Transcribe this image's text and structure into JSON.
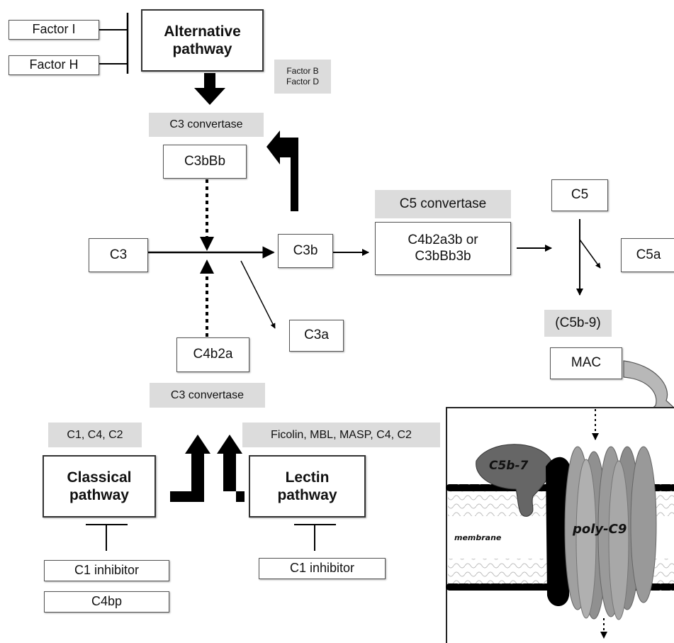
{
  "inhibitors_top": {
    "factor_i": "Factor I",
    "factor_h": "Factor H"
  },
  "alternative_pathway": "Alternative\npathway",
  "factor_bd": "Factor B\nFactor D",
  "c3_convertase_top": {
    "label": "C3 convertase",
    "box": "C3bBb"
  },
  "c3": "C3",
  "c3b": "C3b",
  "c3a": "C3a",
  "c5_convertase": {
    "label": "C5 convertase",
    "box": "C4b2a3b or\nC3bBb3b"
  },
  "c5": "C5",
  "c5a": "C5a",
  "mac": {
    "label": "(C5b-9)",
    "box": "MAC"
  },
  "c3_convertase_bottom": {
    "box": "C4b2a",
    "label": "C3 convertase"
  },
  "classical": {
    "factors": "C1, C4, C2",
    "box": "Classical\npathway",
    "inhibitor1": "C1 inhibitor",
    "inhibitor2": "C4bp"
  },
  "lectin": {
    "factors": "Ficolin, MBL, MASP, C4, C2",
    "box": "Lectin\npathway",
    "inhibitor1": "C1 inhibitor"
  },
  "membrane_inset": {
    "complex_label": "C5b-7",
    "pore_label": "poly-C9",
    "membrane_label": "membrane"
  },
  "colors": {
    "label_bg": "#dcdcdc",
    "arrow": "#000000",
    "pore": "#8c8c8c",
    "c5b7": "#666666"
  }
}
